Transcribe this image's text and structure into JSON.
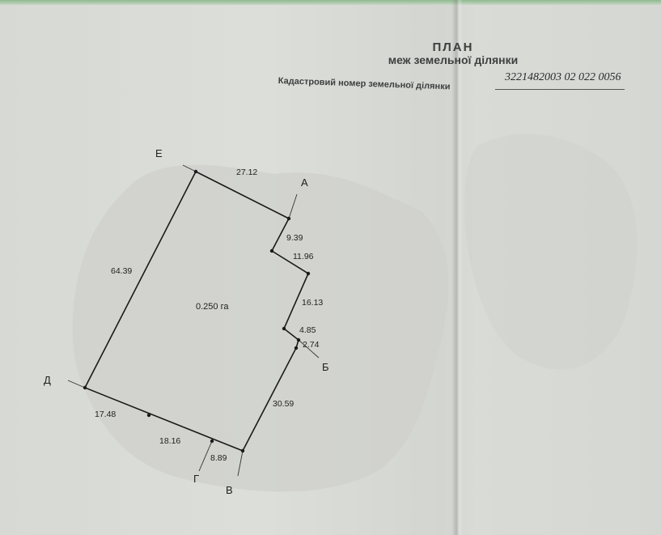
{
  "header": {
    "title": "ПЛАН",
    "subtitle": "меж земельної ділянки",
    "cadastral_label": "Кадастровий номер земельної ділянки",
    "cadastral_number": "3221482003 02 022 0056"
  },
  "plot": {
    "area": "0.250 га",
    "points": [
      {
        "id": "A",
        "label": "А"
      },
      {
        "id": "B",
        "label": "Б"
      },
      {
        "id": "V",
        "label": "В"
      },
      {
        "id": "G",
        "label": "Г"
      },
      {
        "id": "D",
        "label": "Д"
      },
      {
        "id": "E",
        "label": "Е"
      }
    ],
    "segments": [
      {
        "id": "s1",
        "label": "27.12"
      },
      {
        "id": "s2",
        "label": "9.39"
      },
      {
        "id": "s3",
        "label": "11.96"
      },
      {
        "id": "s4",
        "label": "16.13"
      },
      {
        "id": "s5",
        "label": "4.85"
      },
      {
        "id": "s6",
        "label": "2.74"
      },
      {
        "id": "s7",
        "label": "30.59"
      },
      {
        "id": "s8",
        "label": "8.89"
      },
      {
        "id": "s9",
        "label": "18.16"
      },
      {
        "id": "s10",
        "label": "17.48"
      },
      {
        "id": "s11",
        "label": "64.39"
      }
    ]
  }
}
